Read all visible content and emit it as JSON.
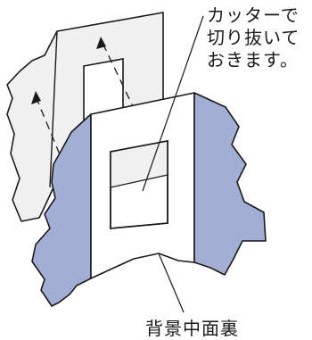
{
  "notes": {
    "cutter": {
      "line1": "カッターで",
      "line2": "切り抜いて",
      "line3": "おきます。"
    },
    "bottom": "背景中面裏"
  },
  "colors": {
    "panel_back": "#f0f0f0",
    "panel_side": "#a3aed5",
    "panel_front": "#ffffff",
    "stroke": "#1a1a1a"
  }
}
